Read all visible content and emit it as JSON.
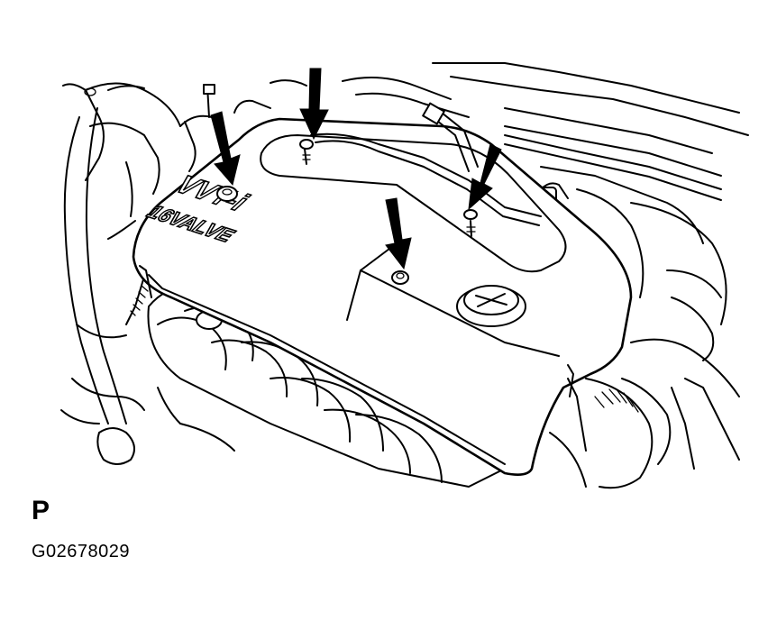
{
  "figure": {
    "view_label": "P",
    "figure_code": "G02678029",
    "cover_marking": {
      "line1": "VVT-i",
      "line2": "16VALVE"
    },
    "callouts": [
      {
        "name": "arrow-nut-left"
      },
      {
        "name": "arrow-nut-rear-left"
      },
      {
        "name": "arrow-nut-center"
      },
      {
        "name": "arrow-nut-rear-right"
      }
    ]
  }
}
